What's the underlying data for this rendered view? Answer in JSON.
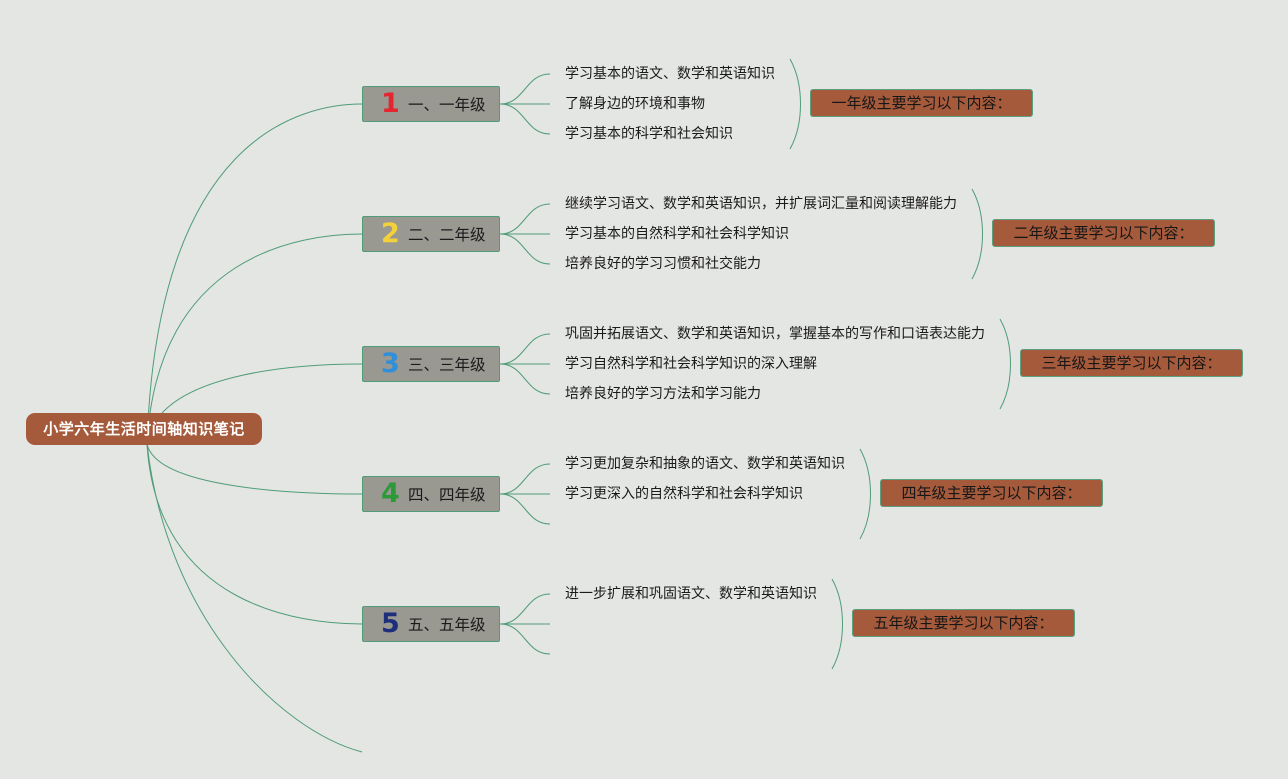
{
  "root": {
    "title": "小学六年生活时间轴知识笔记"
  },
  "grades": [
    {
      "number": "1",
      "number_color": "#e3262f",
      "label": "一、一年级",
      "items": [
        "学习基本的语文、数学和英语知识",
        "了解身边的环境和事物",
        "学习基本的科学和社会知识"
      ],
      "summary": "一年级主要学习以下内容："
    },
    {
      "number": "2",
      "number_color": "#f2d13a",
      "label": "二、二年级",
      "items": [
        "继续学习语文、数学和英语知识，并扩展词汇量和阅读理解能力",
        "学习基本的自然科学和社会科学知识",
        "培养良好的学习习惯和社交能力"
      ],
      "summary": "二年级主要学习以下内容："
    },
    {
      "number": "3",
      "number_color": "#2f8fd8",
      "label": "三、三年级",
      "items": [
        "巩固并拓展语文、数学和英语知识，掌握基本的写作和口语表达能力",
        "学习自然科学和社会科学知识的深入理解",
        "培养良好的学习方法和学习能力"
      ],
      "summary": "三年级主要学习以下内容："
    },
    {
      "number": "4",
      "number_color": "#2d9a3a",
      "label": "四、四年级",
      "items": [
        "学习更加复杂和抽象的语文、数学和英语知识",
        "学习更深入的自然科学和社会科学知识"
      ],
      "summary": "四年级主要学习以下内容："
    },
    {
      "number": "5",
      "number_color": "#1d2f7a",
      "label": "五、五年级",
      "items": [
        "进一步扩展和巩固语文、数学和英语知识"
      ],
      "summary": "五年级主要学习以下内容："
    }
  ],
  "colors": {
    "background": "#e4e6e3",
    "root_fill": "#a65a3c",
    "grade_fill": "#999891",
    "summary_fill": "#a65a3c",
    "link_stroke": "#4f9c78"
  }
}
